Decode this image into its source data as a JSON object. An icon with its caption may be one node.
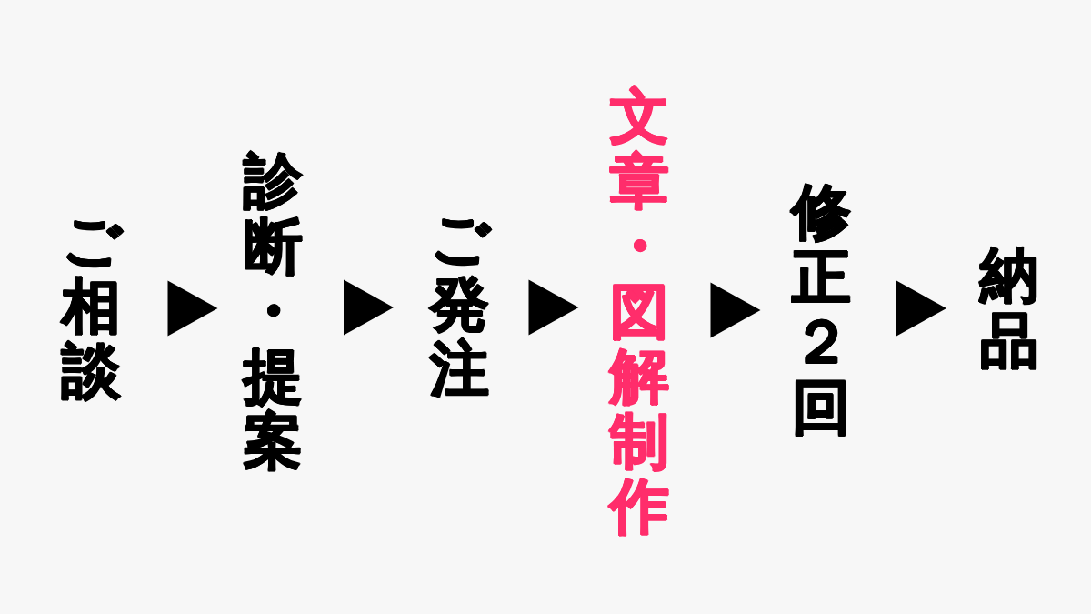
{
  "diagram": {
    "nodes": [
      {
        "text": [
          "ご相談"
        ]
      },
      {
        "text": [
          "診断・提案"
        ]
      },
      {
        "text": [
          "ご発注"
        ]
      },
      {
        "text": [
          "文章・図解制作"
        ]
      },
      {
        "text": [
          "修正２回"
        ]
      },
      {
        "text": [
          "納品"
        ]
      }
    ],
    "edges": [
      {
        "from": 0,
        "to": 1,
        "arrow": "to"
      },
      {
        "from": 1,
        "to": 2,
        "arrow": "to"
      },
      {
        "from": 2,
        "to": 3,
        "arrow": "to"
      },
      {
        "from": 3,
        "to": 4,
        "arrow": "to"
      },
      {
        "from": 4,
        "to": 5,
        "arrow": "to"
      }
    ]
  }
}
